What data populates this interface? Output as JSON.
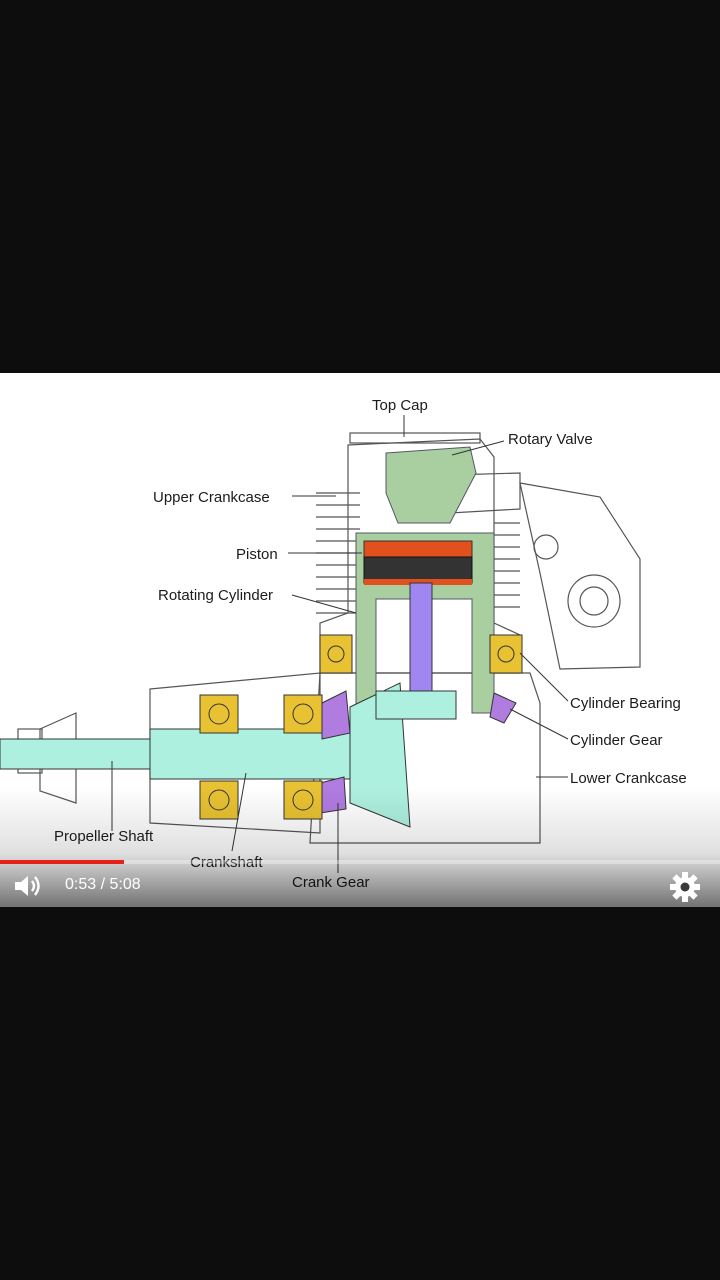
{
  "video": {
    "diagram_labels": {
      "top_cap": "Top Cap",
      "rotary_valve": "Rotary Valve",
      "upper_crankcase": "Upper Crankcase",
      "piston": "Piston",
      "rotating_cylinder": "Rotating Cylinder",
      "cylinder_bearing": "Cylinder Bearing",
      "cylinder_gear": "Cylinder Gear",
      "lower_crankcase": "Lower Crankcase",
      "propeller_shaft": "Propeller Shaft",
      "crankshaft": "Crankshaft",
      "crank_gear": "Crank Gear"
    },
    "colors": {
      "cylinder": "#a9cfa0",
      "shaft": "#aef0df",
      "bearing": "#e8c232",
      "piston_ring": "#e2501e",
      "connecting_rod": "#9f86f0",
      "gear": "#b07ce0",
      "progress": "#e62117"
    }
  },
  "controls": {
    "current_time": "0:53",
    "separator": " / ",
    "duration": "5:08",
    "progress_fraction": 0.172,
    "volume_icon": "volume-icon",
    "settings_icon": "gear-icon"
  }
}
